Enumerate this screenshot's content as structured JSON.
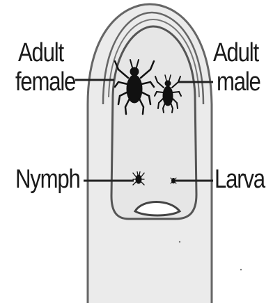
{
  "labels": {
    "adult_female": [
      "Adult",
      "female"
    ],
    "adult_male": [
      "Adult",
      "male"
    ],
    "nymph": "Nymph",
    "larva": "Larva"
  },
  "colors": {
    "finger_fill": "#ebebeb",
    "outline": "#555555",
    "nail_fill": "#e3e3e3",
    "tick": "#111111",
    "leader_line": "#222222"
  },
  "icons": {
    "adult_female": "tick-adult-female-icon",
    "adult_male": "tick-adult-male-icon",
    "nymph": "tick-nymph-icon",
    "larva": "tick-larva-icon"
  }
}
